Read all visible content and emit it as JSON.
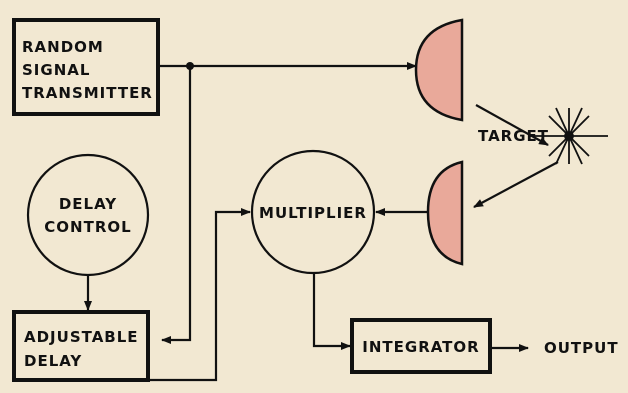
{
  "blocks": {
    "transmitter": [
      "RANDOM",
      "SIGNAL",
      "TRANSMITTER"
    ],
    "delay_control": [
      "DELAY",
      "CONTROL"
    ],
    "multiplier": "MULTIPLIER",
    "adjustable_delay": [
      "ADJUSTABLE",
      "DELAY"
    ],
    "integrator": "INTEGRATOR"
  },
  "labels": {
    "target": "TARGET",
    "output": "OUTPUT"
  },
  "colors": {
    "background": "#f2e8d2",
    "dish_fill": "#e9a99a",
    "ink": "#111111"
  }
}
